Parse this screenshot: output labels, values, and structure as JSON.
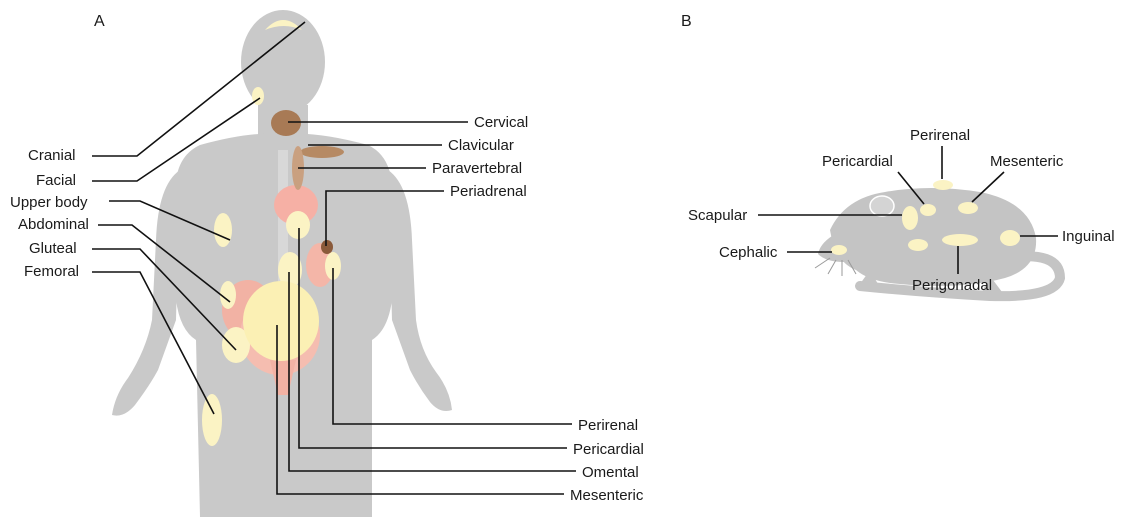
{
  "panel_a": {
    "label": "A",
    "left_labels": [
      "Cranial",
      "Facial",
      "Upper body",
      "Abdominal",
      "Gluteal",
      "Femoral"
    ],
    "right_labels": [
      "Cervical",
      "Clavicular",
      "Paravertebral",
      "Periadrenal"
    ],
    "bottom_labels": [
      "Perirenal",
      "Pericardial",
      "Omental",
      "Mesenteric"
    ]
  },
  "panel_b": {
    "label": "B",
    "labels": [
      "Perirenal",
      "Pericardial",
      "Mesenteric",
      "Scapular",
      "Cephalic",
      "Inguinal",
      "Perigonadal"
    ]
  },
  "colors": {
    "silhouette": "#c9c9c9",
    "fat_depot": "#fbf3c4",
    "brown_fat": "#a87a55",
    "visceral_red": "#f2a9a0",
    "leader_line": "#111111"
  }
}
